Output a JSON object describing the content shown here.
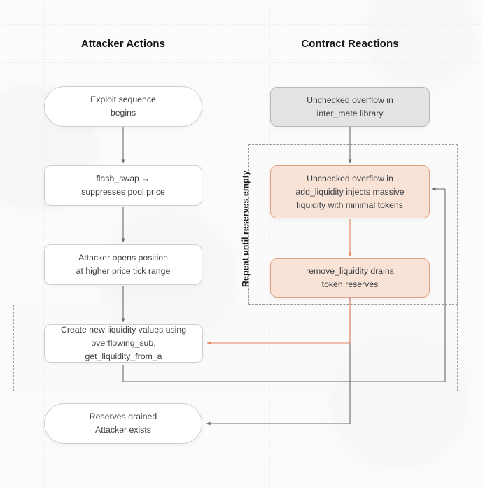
{
  "diagram": {
    "title_left": "Attacker Actions",
    "title_right": "Contract Reactions",
    "loop_label": "Repeat until reserves empty",
    "colors": {
      "peach_fill": "#f9e2d6",
      "peach_stroke": "#e0a183",
      "gray_fill": "#e3e3e3",
      "gray_stroke": "#b9b9b9",
      "white_fill": "#ffffff",
      "white_stroke": "#cfcfcf",
      "arrow_gray": "#6b6b6b",
      "arrow_orange": "#e2835a",
      "text": "#3b3f44",
      "heading": "#14171a"
    }
  },
  "nodes": {
    "start": {
      "line1": "Exploit sequence",
      "line2": "begins"
    },
    "flash_swap": {
      "line1": "flash_swap →",
      "line2": "suppresses pool price"
    },
    "open_position": {
      "line1": "Attacker opens position",
      "line2": "at higher price tick range"
    },
    "create_liquidity": {
      "line1": "Create new liquidity values using",
      "line2": "overflowing_sub, get_liquidity_from_a"
    },
    "end": {
      "line1": "Reserves drained",
      "line2": "Attacker exists"
    },
    "unchecked_overflow": {
      "line1": "Unchecked overflow in",
      "line2": "inter_mate library"
    },
    "add_liquidity": {
      "line1": "Unchecked overflow in",
      "line2": "add_liquidity injects massive",
      "line3": "liquidity with minimal tokens"
    },
    "remove_liquidity": {
      "line1": "remove_liquidity drains",
      "line2": "token reserves"
    }
  }
}
